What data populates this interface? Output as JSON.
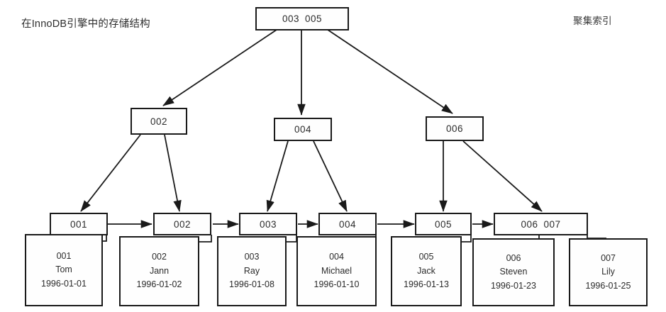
{
  "diagram": {
    "title": "在InnoDB引擎中的存储结构",
    "corner_label": "聚集索引",
    "line_color": "#1a1a1a",
    "box_fill": "#fefefe",
    "text_color": "#2b2b2b"
  },
  "root": {
    "keys": [
      "003",
      "005"
    ]
  },
  "internal_nodes": [
    {
      "keys": [
        "002"
      ]
    },
    {
      "keys": [
        "004"
      ]
    },
    {
      "keys": [
        "006"
      ]
    }
  ],
  "leaf_nodes": [
    {
      "keys": [
        "001"
      ]
    },
    {
      "keys": [
        "002"
      ]
    },
    {
      "keys": [
        "003"
      ]
    },
    {
      "keys": [
        "004"
      ]
    },
    {
      "keys": [
        "005"
      ]
    },
    {
      "keys": [
        "006",
        "007"
      ]
    }
  ],
  "records": [
    {
      "id": "001",
      "name": "Tom",
      "date": "1996-01-01"
    },
    {
      "id": "002",
      "name": "Jann",
      "date": "1996-01-02"
    },
    {
      "id": "003",
      "name": "Ray",
      "date": "1996-01-08"
    },
    {
      "id": "004",
      "name": "Michael",
      "date": "1996-01-10"
    },
    {
      "id": "005",
      "name": "Jack",
      "date": "1996-01-13"
    },
    {
      "id": "006",
      "name": "Steven",
      "date": "1996-01-23"
    },
    {
      "id": "007",
      "name": "Lily",
      "date": "1996-01-25"
    }
  ]
}
